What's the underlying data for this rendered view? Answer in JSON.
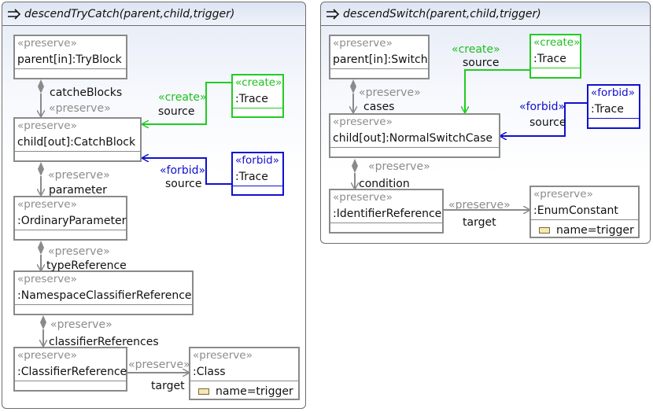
{
  "rules": [
    {
      "title": "descendTryCatch(parent,child,trigger)",
      "nodes": {
        "parent": {
          "stereotype": "«preserve»",
          "name": "parent[in]:TryBlock"
        },
        "child": {
          "stereotype": "«preserve»",
          "name": "child[out]:CatchBlock"
        },
        "trace_create": {
          "stereotype": "«create»",
          "name": ":Trace"
        },
        "trace_forbid": {
          "stereotype": "«forbid»",
          "name": ":Trace"
        },
        "param": {
          "stereotype": "«preserve»",
          "name": ":OrdinaryParameter"
        },
        "nsref": {
          "stereotype": "«preserve»",
          "name": ":NamespaceClassifierReference"
        },
        "cref": {
          "stereotype": "«preserve»",
          "name": ":ClassifierReference"
        },
        "class": {
          "stereotype": "«preserve»",
          "name": ":Class",
          "attribute": "name=trigger"
        }
      },
      "edges": {
        "catche_blocks": {
          "name": "catcheBlocks",
          "stereotype": "«preserve»"
        },
        "create_source": {
          "stereotype": "«create»",
          "name": "source"
        },
        "forbid_source": {
          "stereotype": "«forbid»",
          "name": "source"
        },
        "parameter": {
          "stereotype": "«preserve»",
          "name": "parameter"
        },
        "type_reference": {
          "stereotype": "«preserve»",
          "name": "typeReference"
        },
        "classifier_references": {
          "stereotype": "«preserve»",
          "name": "classifierReferences"
        },
        "target": {
          "stereotype": "«preserve»",
          "name": "target"
        }
      }
    },
    {
      "title": "descendSwitch(parent,child,trigger)",
      "nodes": {
        "parent": {
          "stereotype": "«preserve»",
          "name": "parent[in]:Switch"
        },
        "trace_create": {
          "stereotype": "«create»",
          "name": ":Trace"
        },
        "trace_forbid": {
          "stereotype": "«forbid»",
          "name": ":Trace"
        },
        "child": {
          "stereotype": "«preserve»",
          "name": "child[out]:NormalSwitchCase"
        },
        "idref": {
          "stereotype": "«preserve»",
          "name": ":IdentifierReference"
        },
        "enum": {
          "stereotype": "«preserve»",
          "name": ":EnumConstant",
          "attribute": "name=trigger"
        }
      },
      "edges": {
        "cases": {
          "stereotype": "«preserve»",
          "name": "cases"
        },
        "create_source": {
          "stereotype": "«create»",
          "name": "source"
        },
        "forbid_source": {
          "stereotype": "«forbid»",
          "name": "source"
        },
        "condition": {
          "stereotype": "«preserve»",
          "name": "condition"
        },
        "target": {
          "stereotype": "«preserve»",
          "name": "target"
        }
      }
    }
  ],
  "colors": {
    "preserve": "#8a8a8a",
    "create": "#22cc22",
    "forbid": "#1010d0"
  },
  "icons": {
    "rule": "rule-arrow-icon",
    "attribute": "attribute-icon"
  }
}
